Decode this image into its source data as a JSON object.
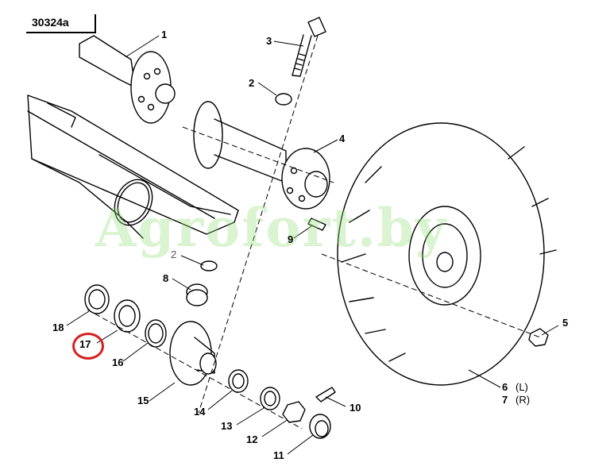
{
  "diagram_ref": "30324a",
  "watermark": "Agrofort.by",
  "highlight_color": "#d62020",
  "callouts": [
    {
      "id": "c1",
      "text": "1"
    },
    {
      "id": "c3",
      "text": "3"
    },
    {
      "id": "c2a",
      "text": "2"
    },
    {
      "id": "c4",
      "text": "4"
    },
    {
      "id": "c9",
      "text": "9"
    },
    {
      "id": "c2b",
      "text": "2"
    },
    {
      "id": "c8",
      "text": "8"
    },
    {
      "id": "c18",
      "text": "18"
    },
    {
      "id": "c17",
      "text": "17"
    },
    {
      "id": "c16",
      "text": "16"
    },
    {
      "id": "c15",
      "text": "15"
    },
    {
      "id": "c14",
      "text": "14"
    },
    {
      "id": "c13",
      "text": "13"
    },
    {
      "id": "c12",
      "text": "12"
    },
    {
      "id": "c11",
      "text": "11"
    },
    {
      "id": "c10",
      "text": "10"
    },
    {
      "id": "c5",
      "text": "5"
    },
    {
      "id": "c6",
      "text": "6"
    },
    {
      "id": "c6s",
      "text": "(L)"
    },
    {
      "id": "c7",
      "text": "7"
    },
    {
      "id": "c7s",
      "text": "(R)"
    }
  ]
}
